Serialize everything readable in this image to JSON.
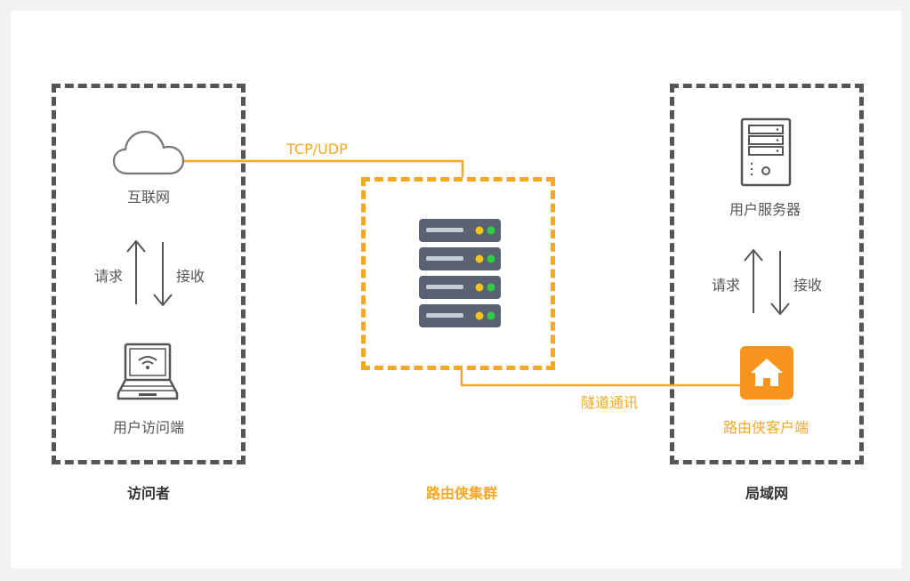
{
  "groups": {
    "visitor": {
      "caption": "访问者",
      "internet_label": "互联网",
      "request_label": "请求",
      "receive_label": "接收",
      "client_label": "用户访问端"
    },
    "cluster": {
      "caption": "路由侠集群"
    },
    "lan": {
      "caption": "局域网",
      "server_label": "用户服务器",
      "request_label": "请求",
      "receive_label": "接收",
      "client_label": "路由侠客户端"
    }
  },
  "links": {
    "top_label": "TCP/UDP",
    "bottom_label": "隧道通讯"
  },
  "icons": {
    "internet": "cloud-icon",
    "client": "laptop-wifi-icon",
    "cluster": "server-rack-icon",
    "server": "tower-server-icon",
    "lan_client": "home-icon"
  },
  "colors": {
    "accent": "#f7a823",
    "box_grey": "#555555",
    "server_dark": "#5a6170",
    "led_yellow": "#f5c518",
    "led_green": "#2ecc40",
    "home_orange": "#f7941d"
  }
}
